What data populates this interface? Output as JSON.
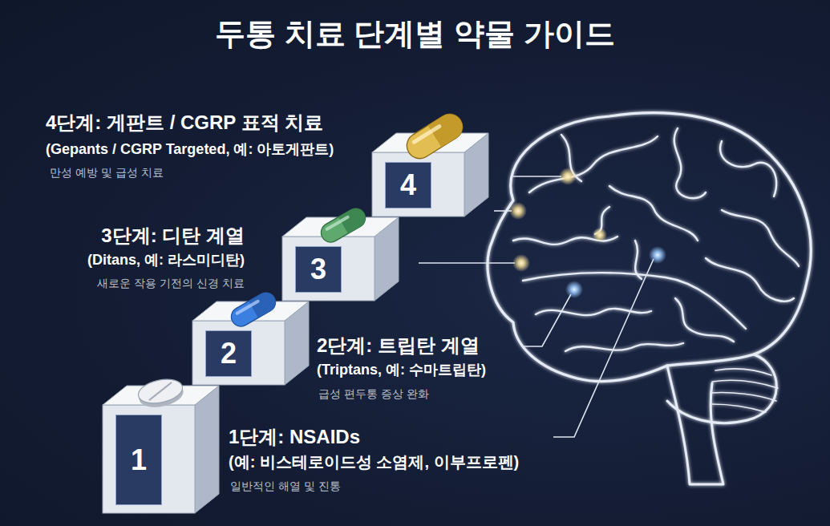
{
  "diagram": {
    "title": "두통 치료 단계별 약물 가이드",
    "nodes": [
      {
        "text": [
          "1"
        ]
      },
      {
        "text": [
          "2"
        ]
      },
      {
        "text": [
          "3"
        ]
      },
      {
        "text": [
          "4"
        ]
      }
    ],
    "labels": [
      "4단계: 게판트 / CGRP 표적 치료",
      "(Gepants / CGRP Targeted, 예: 아토게판트)",
      "만성 예방 및 급성 치료",
      "3단계: 디탄 계열",
      "(Ditans, 예: 라스미디탄)",
      "새로운 작용 기전의 신경 치료",
      "2단계: 트립탄 계열",
      "(Triptans, 예: 수마트립탄)",
      "급성 편두통 증상 완화",
      "1단계: NSAIDs",
      "(예: 비스테로이드성 소염제, 이부프로펜)",
      "일반적인 해열 및 진통"
    ]
  }
}
